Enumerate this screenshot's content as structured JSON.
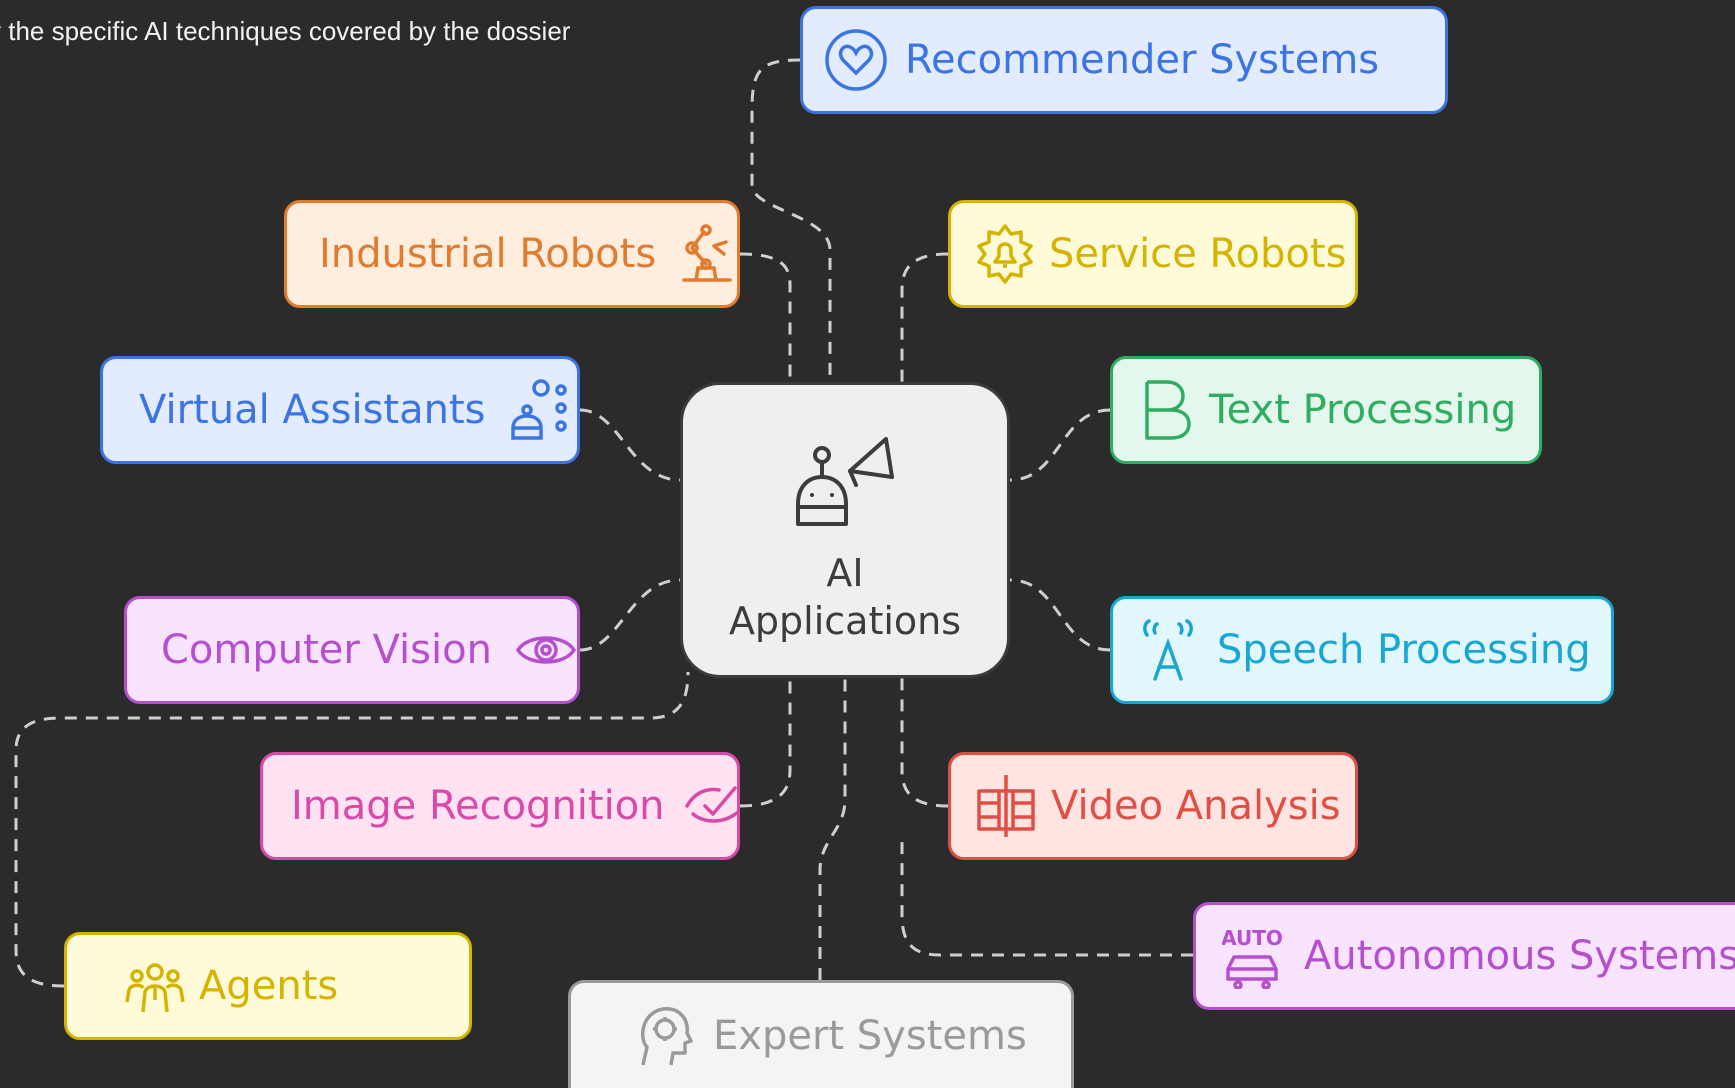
{
  "caption": "y the specific AI techniques covered by the dossier",
  "center": {
    "label": "AI Applications",
    "icon": "robot-megaphone-icon"
  },
  "nodes": [
    {
      "id": "recommender",
      "label": "Recommender Systems",
      "icon": "heart-circle-icon",
      "color": "#3b74e3",
      "bg": "#e3ecff"
    },
    {
      "id": "industrial",
      "label": "Industrial Robots",
      "icon": "robot-arm-icon",
      "color": "#e07b2f",
      "bg": "#ffeedd"
    },
    {
      "id": "service",
      "label": "Service Robots",
      "icon": "gear-bell-icon",
      "color": "#d4b400",
      "bg": "#fffbd8"
    },
    {
      "id": "virtual",
      "label": "Virtual Assistants",
      "icon": "assistant-bot-icon",
      "color": "#3b74e3",
      "bg": "#e3ecff"
    },
    {
      "id": "text",
      "label": "Text Processing",
      "icon": "letter-b-icon",
      "color": "#2fae63",
      "bg": "#e4f7ec"
    },
    {
      "id": "vision",
      "label": "Computer Vision",
      "icon": "eye-icon",
      "color": "#b54fd0",
      "bg": "#f8e4ff"
    },
    {
      "id": "speech",
      "label": "Speech Processing",
      "icon": "letter-a-sound-icon",
      "color": "#1aa6d2",
      "bg": "#e1f6fd"
    },
    {
      "id": "image",
      "label": "Image Recognition",
      "icon": "check-eye-icon",
      "color": "#d94aa6",
      "bg": "#ffe3f3"
    },
    {
      "id": "video",
      "label": "Video Analysis",
      "icon": "film-strip-icon",
      "color": "#e04f45",
      "bg": "#ffe5e2"
    },
    {
      "id": "agents",
      "label": "Agents",
      "icon": "people-group-icon",
      "color": "#d4b400",
      "bg": "#fffbd8"
    },
    {
      "id": "expert",
      "label": "Expert Systems",
      "icon": "head-gear-icon",
      "color": "#9a9a9a",
      "bg": "#f4f4f4"
    },
    {
      "id": "autonomous",
      "label": "Autonomous Systems",
      "icon": "auto-car-icon",
      "color": "#b54fd0",
      "bg": "#f8e4ff"
    }
  ]
}
